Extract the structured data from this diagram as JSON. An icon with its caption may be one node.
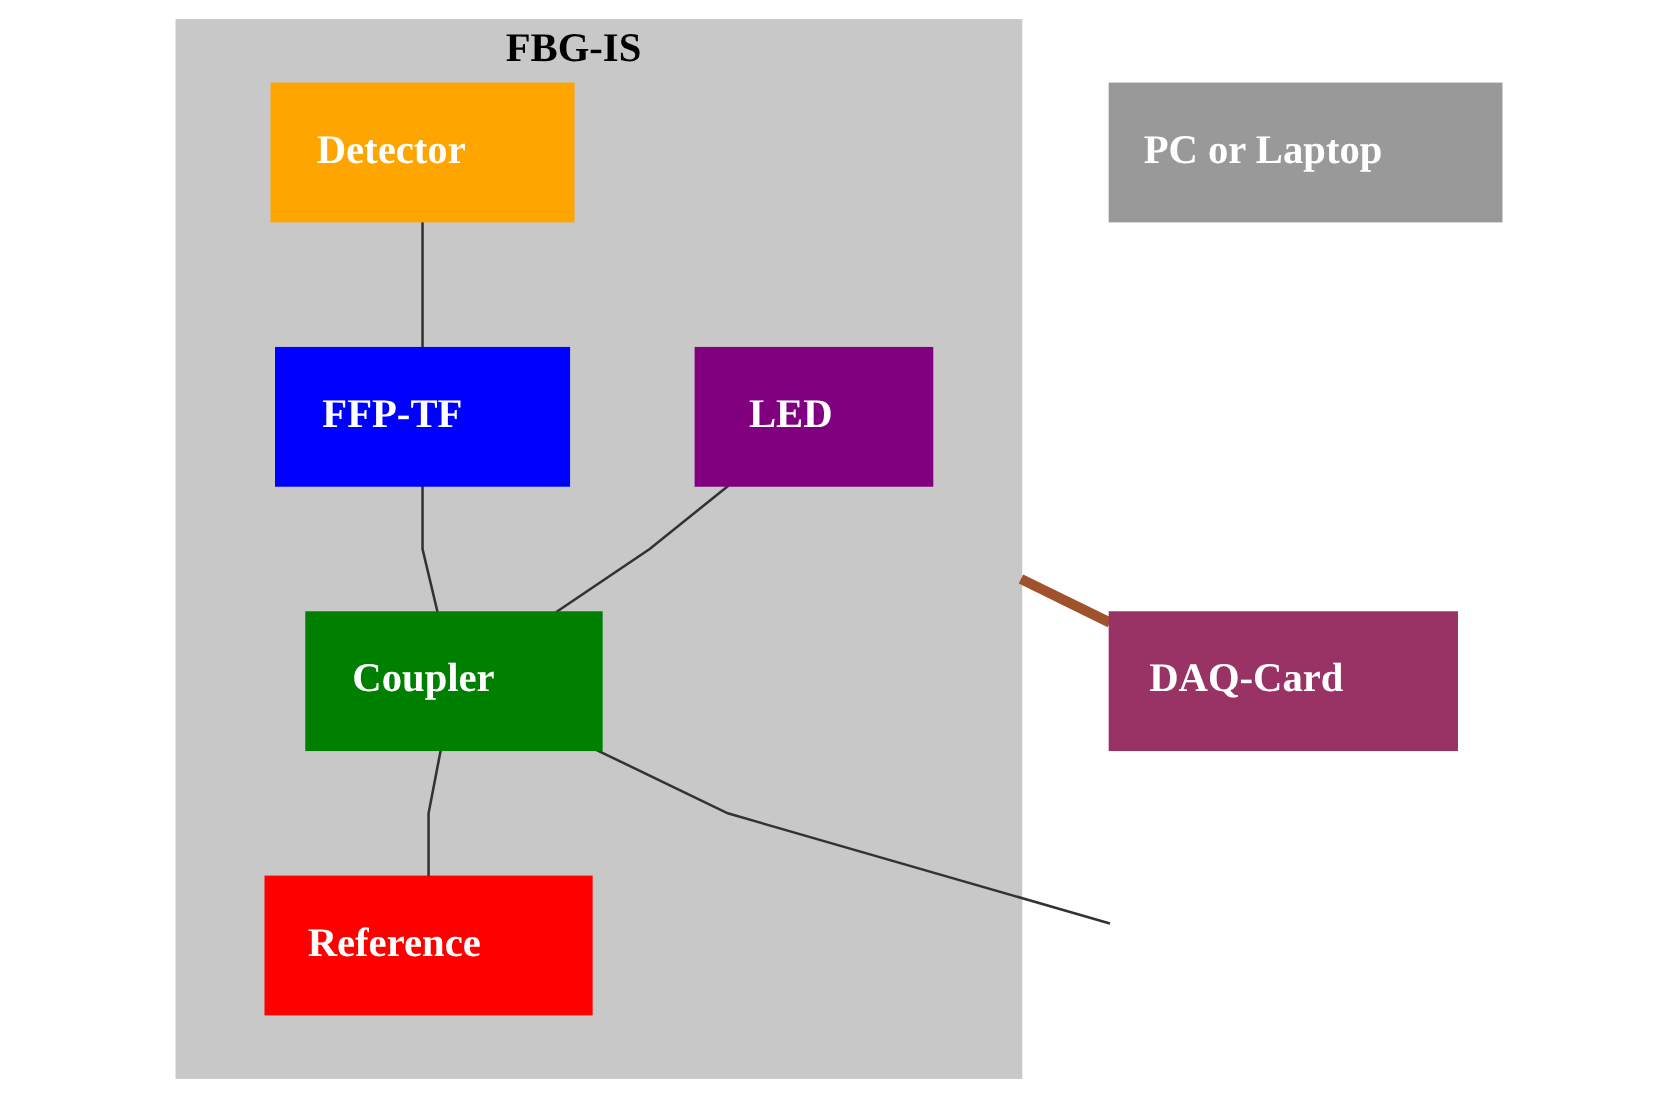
{
  "diagram": {
    "nodes": [
      {
        "text": [
          "FBG-IS"
        ]
      },
      {
        "text": [
          "LED"
        ],
        "in": 0
      },
      {
        "text": [
          "Detector"
        ],
        "in": 0
      },
      {
        "text": [
          "FFP-TF"
        ],
        "in": 0
      },
      {
        "text": [
          "Coupler"
        ],
        "in": 0
      },
      {
        "text": [
          "Reference"
        ],
        "in": 0
      },
      {
        "text": [
          "DAQ-Card"
        ]
      },
      {
        "text": [
          "PC or Laptop"
        ]
      }
    ],
    "edges": [
      {
        "from": 1,
        "to": 4,
        "arrow": "none"
      },
      {
        "from": 2,
        "to": 3,
        "arrow": "none"
      },
      {
        "from": 3,
        "to": 4,
        "arrow": "none"
      },
      {
        "from": 4,
        "to": 5,
        "arrow": "none"
      },
      {
        "from": 4,
        "to": null,
        "arrow": "none"
      },
      {
        "from": 0,
        "to": 6,
        "arrow": "none",
        "style": "thick",
        "color": "#a0522d"
      }
    ]
  }
}
